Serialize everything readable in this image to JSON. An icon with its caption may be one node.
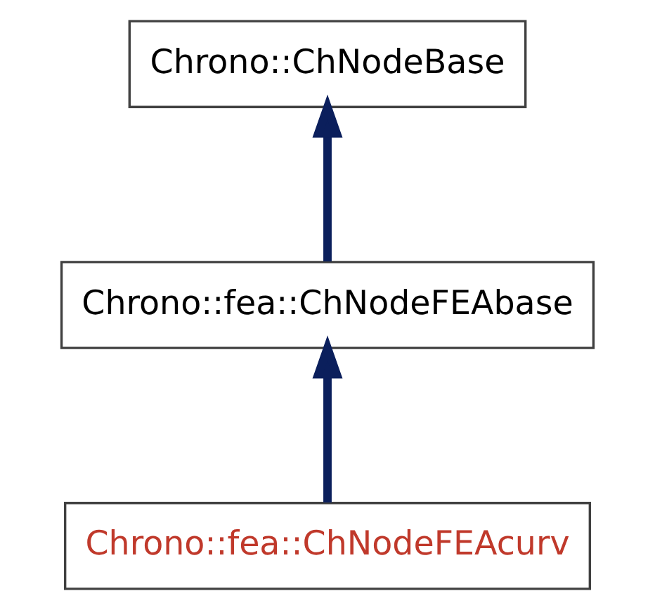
{
  "diagram": {
    "nodes": [
      {
        "text": [
          "Chrono::ChNodeBase"
        ]
      },
      {
        "text": [
          "Chrono::fea::ChNodeFEAbase"
        ]
      },
      {
        "text": [
          "Chrono::fea::ChNodeFEAcurv"
        ]
      }
    ],
    "edges": [
      {
        "from": 1,
        "to": 0,
        "arrow": "to"
      },
      {
        "from": 2,
        "to": 1,
        "arrow": "to"
      }
    ]
  }
}
